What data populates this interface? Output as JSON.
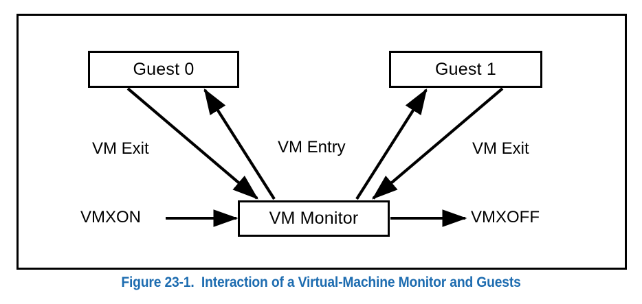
{
  "figure": {
    "caption": "Figure 23-1.  Interaction of a Virtual-Machine Monitor and Guests",
    "caption_color": "#1d6cb0",
    "frame_color": "#000000",
    "background": "#ffffff"
  },
  "nodes": {
    "guest0": {
      "label": "Guest 0"
    },
    "guest1": {
      "label": "Guest 1"
    },
    "vm_monitor": {
      "label": "VM Monitor"
    }
  },
  "labels": {
    "vm_exit_left": "VM Exit",
    "vm_entry": "VM Entry",
    "vm_exit_right": "VM Exit",
    "vmxon": "VMXON",
    "vmxoff": "VMXOFF"
  },
  "edges": [
    {
      "name": "guest0-vm-exit",
      "from": "guest0",
      "to": "vm_monitor",
      "label": "VM Exit"
    },
    {
      "name": "guest0-vm-entry",
      "from": "vm_monitor",
      "to": "guest0",
      "label": "VM Entry"
    },
    {
      "name": "guest1-vm-entry",
      "from": "vm_monitor",
      "to": "guest1",
      "label": "VM Entry"
    },
    {
      "name": "guest1-vm-exit",
      "from": "guest1",
      "to": "vm_monitor",
      "label": "VM Exit"
    },
    {
      "name": "vmxon-entry",
      "from": "vmxon",
      "to": "vm_monitor",
      "label": "VMXON"
    },
    {
      "name": "vmxoff-exit",
      "from": "vm_monitor",
      "to": "vmxoff",
      "label": "VMXOFF"
    }
  ]
}
